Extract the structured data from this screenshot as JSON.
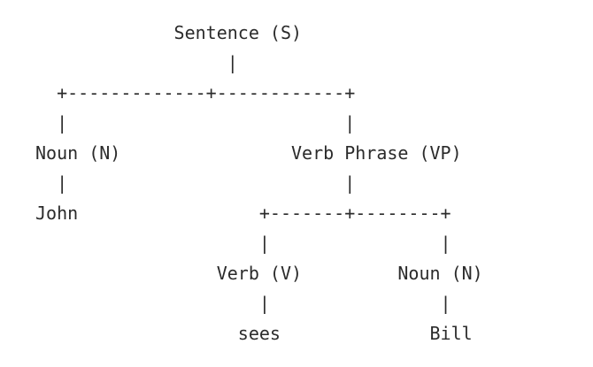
{
  "diagram": {
    "lines": [
      "             Sentence (S)",
      "                  |",
      "  +-------------+------------+",
      "  |                          |",
      "Noun (N)                Verb Phrase (VP)",
      "  |                          |",
      "John                 +-------+--------+",
      "                     |                |",
      "                 Verb (V)         Noun (N)",
      "                     |                |",
      "                   sees              Bill"
    ]
  }
}
